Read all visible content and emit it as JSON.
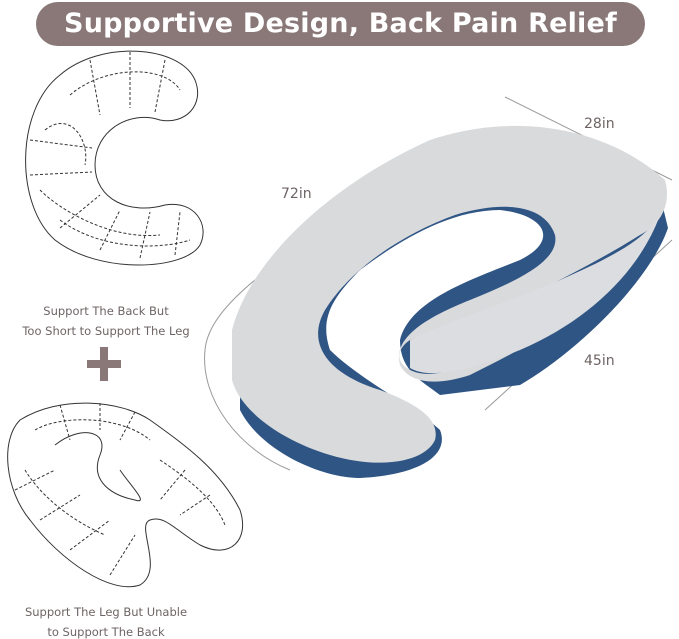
{
  "banner": {
    "title": "Supportive Design, Back Pain Relief"
  },
  "left": {
    "caption_top_line1": "Support The Back But",
    "caption_top_line2": "Too Short to Support The Leg",
    "plus_symbol": "+",
    "caption_bottom_line1": "Support The Leg But Unable",
    "caption_bottom_line2": "to Support The Back"
  },
  "dimensions": {
    "length": "72in",
    "width": "28in",
    "depth": "45in"
  },
  "colors": {
    "banner": "#8a7878",
    "text": "#6e6464",
    "pillow_top": "#d9dadc",
    "pillow_bottom": "#2f5585"
  }
}
